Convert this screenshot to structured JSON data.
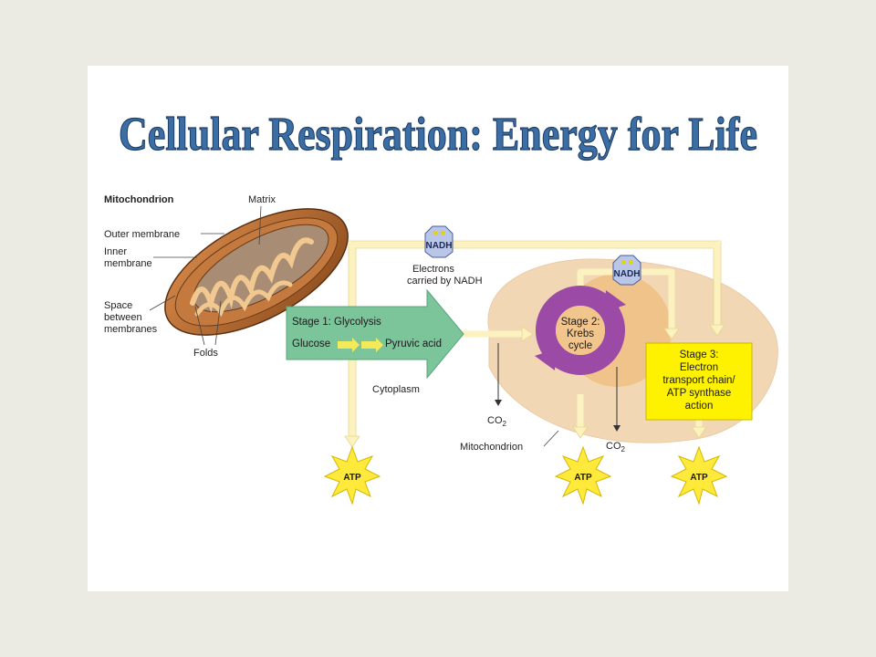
{
  "title": "Cellular Respiration: Energy for Life",
  "mitochondrion_panel": {
    "heading": "Mitochondrion",
    "matrix_label": "Matrix",
    "outer_membrane_label": "Outer membrane",
    "inner_membrane_label_1": "Inner",
    "inner_membrane_label_2": "membrane",
    "space_label_1": "Space",
    "space_label_2": "between",
    "space_label_3": "membranes",
    "folds_label": "Folds"
  },
  "pathway": {
    "nadh_top": "NADH",
    "nadh_mid": "NADH",
    "electrons_label_1": "Electrons",
    "electrons_label_2": "carried by NADH",
    "stage1_title": "Stage 1: Glycolysis",
    "glucose_label": "Glucose",
    "pyruvic_label": "Pyruvic acid",
    "cytoplasm_label": "Cytoplasm",
    "stage2_line1": "Stage 2:",
    "stage2_line2": "Krebs",
    "stage2_line3": "cycle",
    "stage3_line1": "Stage 3:",
    "stage3_line2": "Electron",
    "stage3_line3": "transport chain/",
    "stage3_line4": "ATP synthase",
    "stage3_line5": "action",
    "co2_left": "CO",
    "co2_left_sub": "2",
    "co2_right": "CO",
    "co2_right_sub": "2",
    "mitochondrion_label": "Mitochondrion",
    "atp_1": "ATP",
    "atp_2": "ATP",
    "atp_3": "ATP"
  },
  "colors": {
    "background": "#ecebe3",
    "title_blue": "#3b6ea5",
    "arrow_cream": "#fbf2bf",
    "mito_body": "#e8b878",
    "glycolysis_green": "#7cc49a",
    "krebs_purple": "#9b4aa6",
    "stage3_yellow": "#fff200",
    "atp_star": "#ffe93a"
  }
}
